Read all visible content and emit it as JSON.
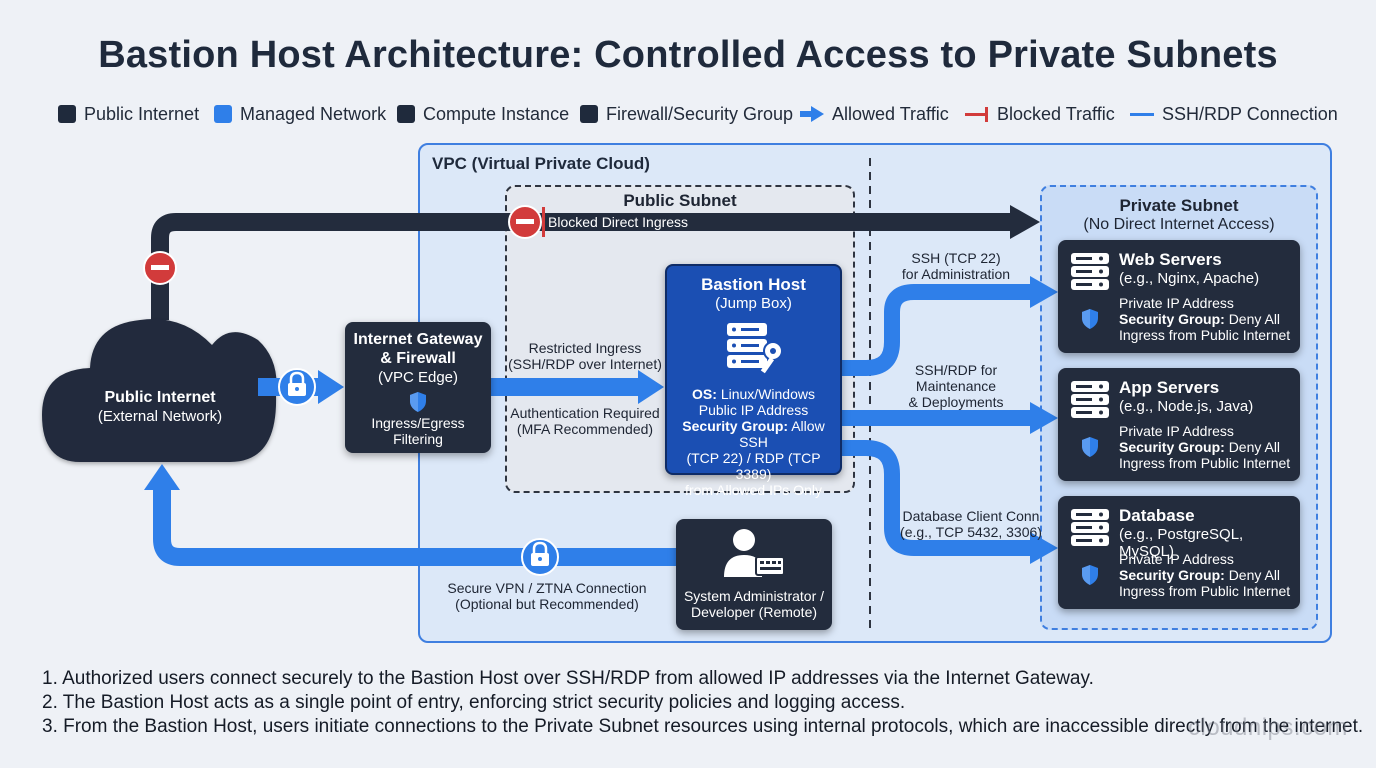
{
  "title": "Bastion Host Architecture: Controlled Access to Private Subnets",
  "legend": [
    {
      "label": "Public Internet",
      "color": "#1f2a3c",
      "shape": "square"
    },
    {
      "label": "Managed Network",
      "color": "#2f7fe9",
      "shape": "square"
    },
    {
      "label": "Compute Instance",
      "color": "#1f2a3c",
      "shape": "square"
    },
    {
      "label": "Firewall/Security Group",
      "color": "#1f2a3c",
      "shape": "square"
    },
    {
      "label": "Allowed Traffic",
      "color": "#2f7fe9",
      "shape": "arrow-icon"
    },
    {
      "label": "Blocked Traffic",
      "color": "#d23b3b",
      "shape": "blocked-line-icon"
    },
    {
      "label": "SSH/RDP Connection",
      "color": "#2f7fe9",
      "shape": "line-icon"
    }
  ],
  "vpc": {
    "label": "VPC (Virtual Private Cloud)"
  },
  "public_subnet": {
    "label": "Public Subnet"
  },
  "private_subnet": {
    "title": "Private Subnet",
    "subtitle": "(No Direct Internet Access)"
  },
  "internet": {
    "title": "Public Internet",
    "subtitle": "(External Network)"
  },
  "igw": {
    "title_1": "Internet Gateway",
    "title_2": "& Firewall",
    "subtitle": "(VPC Edge)",
    "desc_1": "Ingress/Egress",
    "desc_2": "Filtering"
  },
  "bastion": {
    "title": "Bastion Host",
    "subtitle": "(Jump Box)",
    "os_label": "OS:",
    "os_value": "Linux/Windows",
    "ip": "Public IP Address",
    "sg_label": "Security Group:",
    "sg_value": "Allow SSH",
    "sg_line2": "(TCP 22) / RDP (TCP 3389)",
    "sg_line3": "from Allowed IPs Only"
  },
  "admin": {
    "line_1": "System Administrator /",
    "line_2": "Developer (Remote)"
  },
  "servers": [
    {
      "title": "Web Servers",
      "subtitle": "(e.g., Nginx, Apache)",
      "ip": "Private IP Address",
      "sg_label": "Security Group:",
      "sg_value": "Deny All",
      "sg_line2": "Ingress from Public Internet"
    },
    {
      "title": "App Servers",
      "subtitle": "(e.g., Node.js, Java)",
      "ip": "Private IP Address",
      "sg_label": "Security Group:",
      "sg_value": "Deny All",
      "sg_line2": "Ingress from Public Internet"
    },
    {
      "title": "Database",
      "subtitle": "(e.g., PostgreSQL, MySQL)",
      "ip": "Private IP Address",
      "sg_label": "Security Group:",
      "sg_value": "Deny All",
      "sg_line2": "Ingress from Public Internet"
    }
  ],
  "edges": {
    "blocked": "Blocked Direct Ingress",
    "restricted_1": "Restricted Ingress",
    "restricted_2": "(SSH/RDP over Internet)",
    "auth_1": "Authentication Required",
    "auth_2": "(MFA Recommended)",
    "ssh_1": "SSH (TCP 22)",
    "ssh_2": "for Administration",
    "maint_1": "SSH/RDP for",
    "maint_2": "Maintenance",
    "maint_3": "& Deployments",
    "db_1": "Database Client Conn",
    "db_2": "(e.g., TCP 5432, 3306)",
    "vpn_1": "Secure VPN / ZTNA Connection",
    "vpn_2": "(Optional but Recommended)"
  },
  "notes": [
    "1. Authorized users connect securely to the Bastion Host over SSH/RDP from allowed IP addresses via the Internet Gateway.",
    "2. The Bastion Host acts as a single point of entry, enforcing strict security policies and logging access.",
    "3. From the Bastion Host, users initiate connections to the Private Subnet resources using internal protocols, which are inaccessible directly from the internet."
  ],
  "watermark": "cloudnips.com",
  "colors": {
    "navy": "#232c3d",
    "blue": "#2f7fe9",
    "red": "#d23b3b",
    "bastion": "#1b4fb3"
  }
}
